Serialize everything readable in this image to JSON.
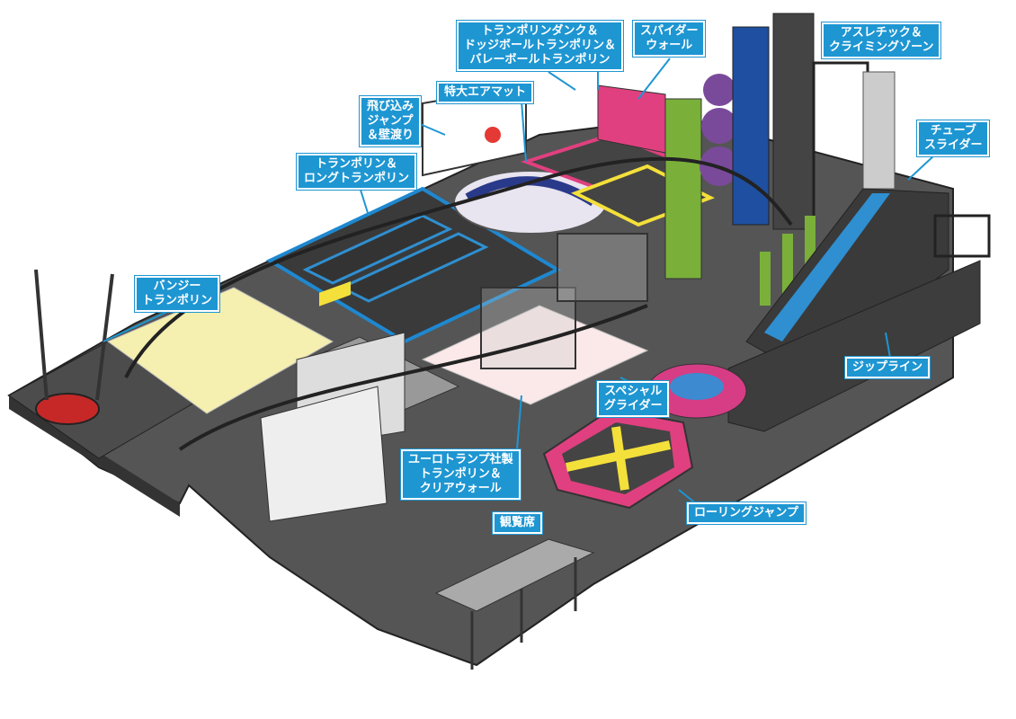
{
  "title": "トランポリンパーク フロアマップ",
  "colors": {
    "label_bg": "#1e96d2",
    "floor": "#4a4a4a",
    "trampoline_blue": "#2f8fd0",
    "pink": "#e0407f",
    "yellow": "#f4e03a",
    "green": "#7ab03a",
    "purple": "#7a4a9a"
  },
  "labels": {
    "dunk": [
      "トランポリンダンク＆",
      "ドッジボールトランポリン＆",
      "バレーボールトランポリン"
    ],
    "spider": [
      "スパイダー",
      "ウォール"
    ],
    "athletic": [
      "アスレチック＆",
      "クライミングゾーン"
    ],
    "airmat": [
      "特大エアマット"
    ],
    "dive": [
      "飛び込み",
      "ジャンプ",
      "＆壁渡り"
    ],
    "long": [
      "トランポリン＆",
      "ロングトランポリン"
    ],
    "tube": [
      "チューブ",
      "スライダー"
    ],
    "bungee": [
      "バンジー",
      "トランポリン"
    ],
    "zipline": [
      "ジップライン"
    ],
    "glider": [
      "スペシャル",
      "グライダー"
    ],
    "euro": [
      "ユーロトランプ社製",
      "トランポリン＆",
      "クリアウォール"
    ],
    "rolling": [
      "ローリングジャンプ"
    ],
    "seats": [
      "観覧席"
    ]
  }
}
